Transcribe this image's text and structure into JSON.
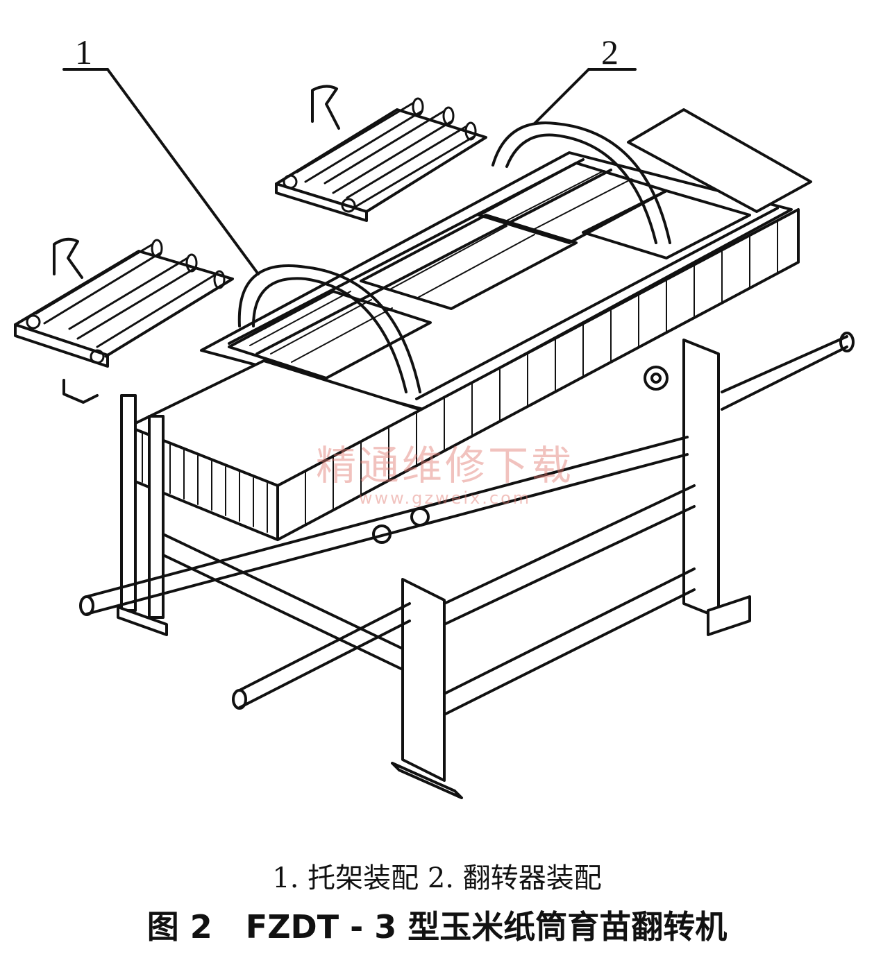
{
  "callouts": {
    "label_1": "1",
    "label_2": "2"
  },
  "legend": "1. 托架装配 2. 翻转器装配",
  "caption": "图 2   FZDT - 3 型玉米纸筒育苗翻转机",
  "watermark": {
    "text": "精通维修下载",
    "url": "www.gzweix.com"
  },
  "colors": {
    "line": "#111111",
    "background": "#ffffff",
    "watermark": "#e1786e"
  }
}
